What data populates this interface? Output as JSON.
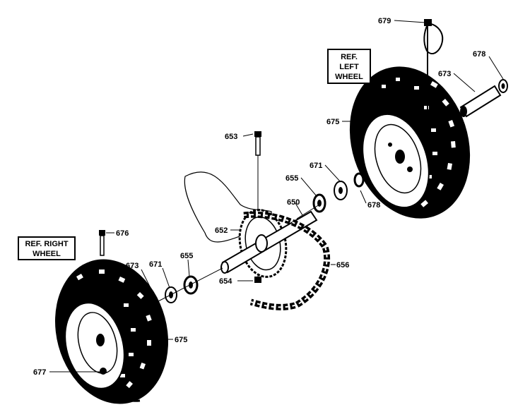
{
  "ref_boxes": {
    "left_wheel": [
      "REF.",
      "LEFT",
      "WHEEL"
    ],
    "right_wheel": [
      "REF. RIGHT",
      "WHEEL"
    ]
  },
  "parts": {
    "p679": "679",
    "p678_top": "678",
    "p673_top": "673",
    "p675_top": "675",
    "p653": "653",
    "p671_top": "671",
    "p655_top": "655",
    "p678_mid": "678",
    "p650": "650",
    "p652": "652",
    "p676": "676",
    "p655_bot": "655",
    "p673_bot": "673",
    "p671_bot": "671",
    "p654": "654",
    "p656": "656",
    "p675_bot": "675",
    "p677": "677"
  },
  "colors": {
    "line": "#000000",
    "fill": "#ffffff"
  }
}
